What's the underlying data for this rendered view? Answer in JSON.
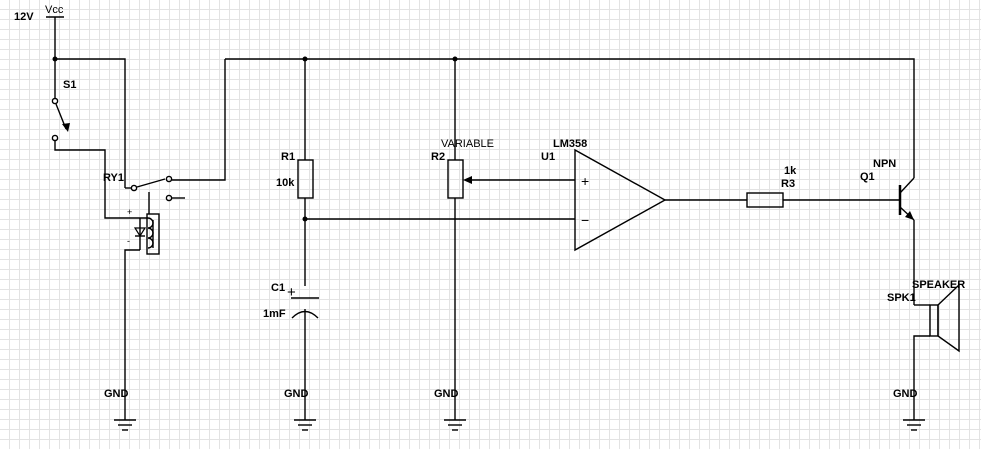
{
  "labels": {
    "supply_voltage": "12V",
    "vcc": "Vcc",
    "switch": "S1",
    "relay": "RY1",
    "relay_plus": "+",
    "relay_minus": "-",
    "r1_name": "R1",
    "r1_value": "10k",
    "c1_name": "C1",
    "c1_value": "1mF",
    "c1_plus": "+",
    "r2_desc": "VARIABLE",
    "r2_name": "R2",
    "opamp_part": "LM358",
    "opamp_name": "U1",
    "opamp_plus": "+",
    "opamp_minus": "−",
    "r3_value": "1k",
    "r3_name": "R3",
    "q1_type": "NPN",
    "q1_name": "Q1",
    "speaker_desc": "SPEAKER",
    "speaker_name": "SPK1",
    "gnd": "GND"
  }
}
